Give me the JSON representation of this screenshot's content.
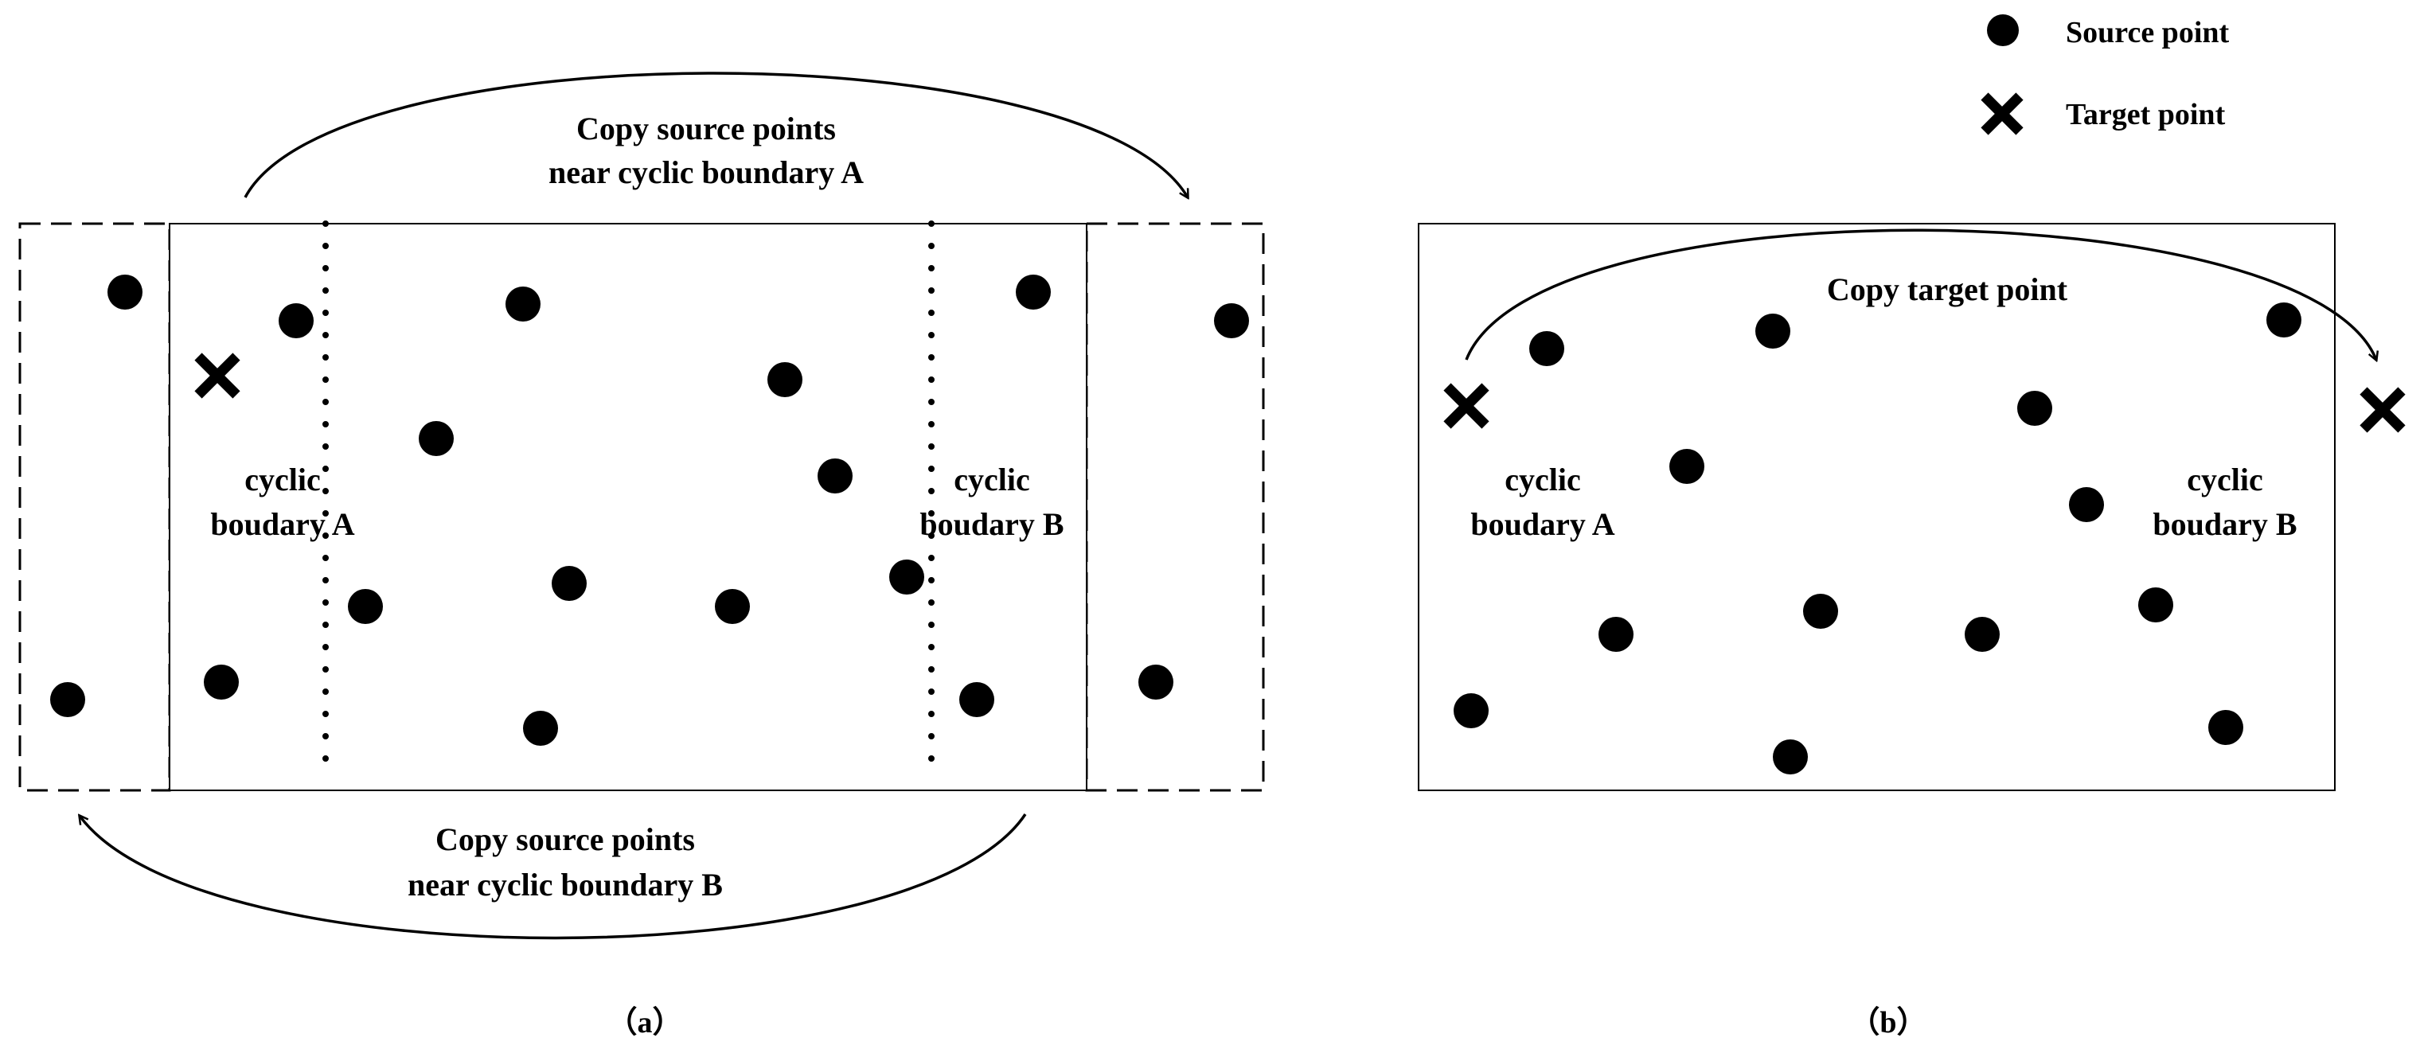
{
  "legend": {
    "source_label": "Source point",
    "target_label": "Target point"
  },
  "panel_a": {
    "caption": "（a）",
    "top_arrow_label_line1": "Copy source points",
    "top_arrow_label_line2": "near cyclic boundary A",
    "bottom_arrow_label_line1": "Copy source points",
    "bottom_arrow_label_line2": "near cyclic boundary B",
    "boundary_a_line1": "cyclic",
    "boundary_a_line2": "boudary A",
    "boundary_b_line1": "cyclic",
    "boundary_b_line2": "boudary B"
  },
  "panel_b": {
    "caption": "（b）",
    "arrow_label": "Copy target point",
    "boundary_a_line1": "cyclic",
    "boundary_a_line2": "boudary A",
    "boundary_b_line1": "cyclic",
    "boundary_b_line2": "boudary B"
  },
  "colors": {
    "ink": "#000000",
    "background": "#ffffff"
  }
}
